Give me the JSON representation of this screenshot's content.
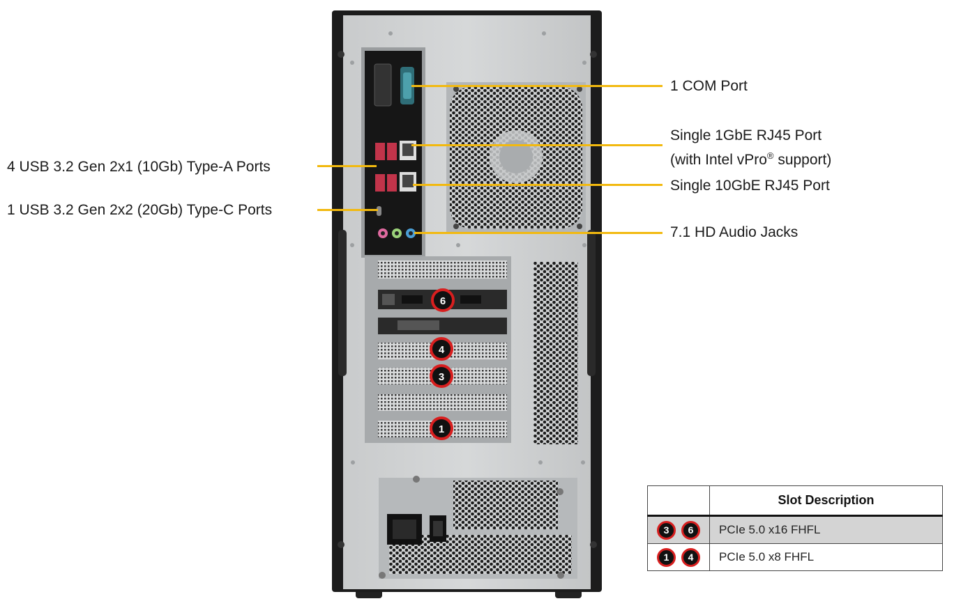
{
  "callouts": {
    "com_port": "1 COM Port",
    "gbe_line1": "Single 1GbE RJ45 Port",
    "gbe_line2_pre": "(with Intel vPro",
    "gbe_line2_sup": "®",
    "gbe_line2_post": " support)",
    "tengbe": "Single 10GbE RJ45 Port",
    "audio": "7.1 HD Audio Jacks",
    "usb_a": "4 USB 3.2 Gen 2x1 (10Gb) Type-A Ports",
    "usb_c": "1 USB 3.2 Gen 2x2 (20Gb) Type-C Ports"
  },
  "slot_badges": [
    "6",
    "4",
    "3",
    "1"
  ],
  "slot_table": {
    "header": "Slot Description",
    "rows": [
      {
        "slots": [
          "3",
          "6"
        ],
        "description": "PCIe 5.0 x16 FHFL"
      },
      {
        "slots": [
          "1",
          "4"
        ],
        "description": "PCIe 5.0 x8 FHFL"
      }
    ]
  },
  "colors": {
    "leader": "#f2b90f",
    "badge_ring": "#d81f1f",
    "chassis_frame": "#1c1c1c",
    "chassis_panel": "#b9bcbe"
  }
}
